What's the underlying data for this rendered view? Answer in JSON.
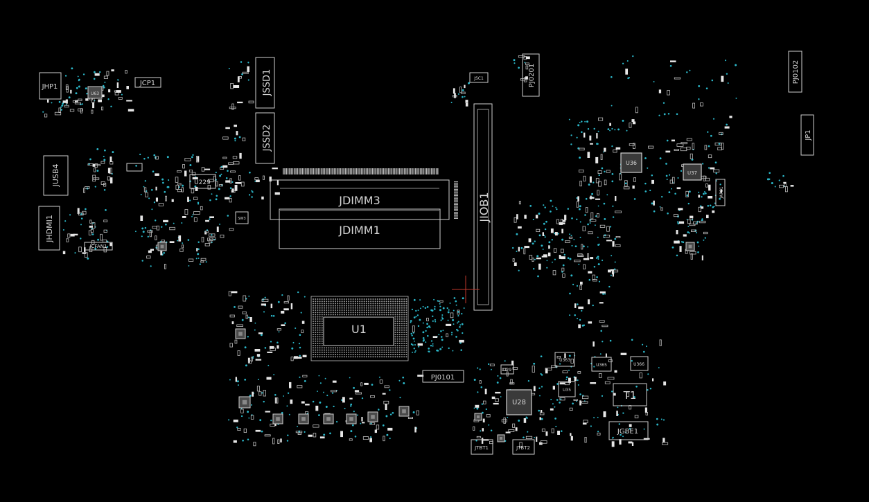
{
  "board": {
    "labels": {
      "jhp1": "JHP1",
      "jcp1": "JCP1",
      "u63": "U63",
      "jssd1": "JSSD1",
      "jssd2": "JSSD2",
      "jsc1": "JSC1",
      "pj0201": "PJ0201",
      "pj0102": "PJ0102",
      "jp1": "JP1",
      "jusb4": "JUSB4",
      "u229": "U229",
      "jdimm3": "JDIMM3",
      "jdimm1": "JDIMM1",
      "jiob1": "JIOB1",
      "jhdmi1": "JHDMI1",
      "jcfan1": "JCFAN1",
      "sw3": "SW3",
      "u36": "U36",
      "u37": "U37",
      "japs1": "JAPS1",
      "u1": "U1",
      "pj0101": "PJ0101",
      "u29": "U29",
      "u28": "U28",
      "u363": "U363",
      "u365": "U365",
      "u366": "U366",
      "u35": "U35",
      "t1": "T1",
      "jgbe1": "JGBE1",
      "jtbt1": "JTBT1",
      "jtbt2": "JTBT2"
    },
    "colors": {
      "background": "#000000",
      "outline": "#cfcfcf",
      "via": "#2bb7c9",
      "crosshair": "#c0392b"
    }
  }
}
